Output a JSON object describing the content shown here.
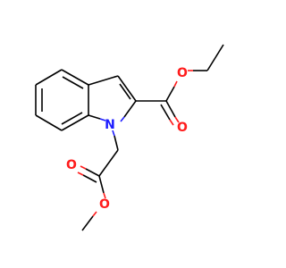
{
  "molecule": {
    "atom_labels": {
      "n1": "N",
      "o_carbonyl_ester": "O",
      "o_ether_ester": "O",
      "o_carbonyl_methyl": "O",
      "o_ether_methyl": "O"
    },
    "colors": {
      "bond": "#000000",
      "nitrogen": "#1c1cff",
      "oxygen": "#ff1c1c",
      "background": "#ffffff"
    }
  }
}
